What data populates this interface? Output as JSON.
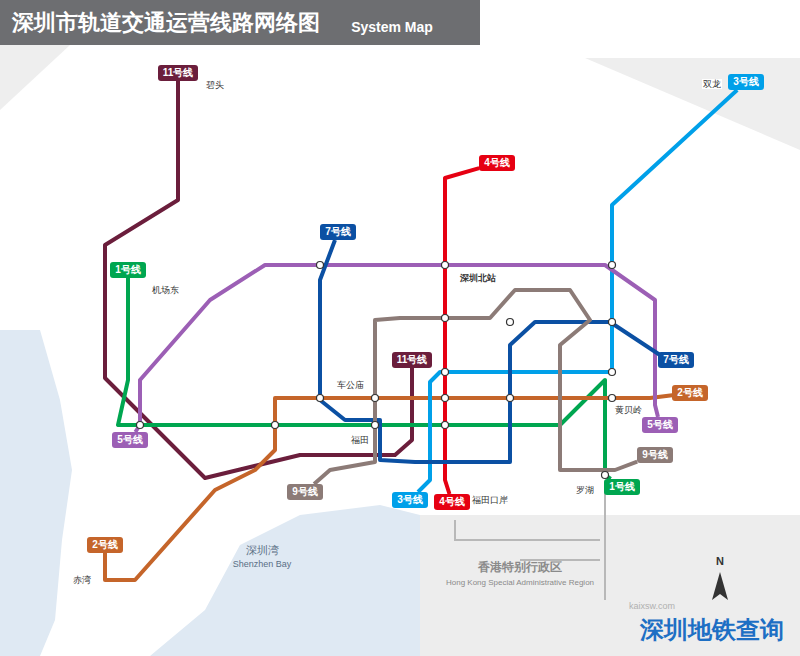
{
  "diagram": {
    "title": "深圳市轨道交通运营线路网络图",
    "nodes": [
      {
        "text": [
          "11号线"
        ]
      },
      {
        "text": [
          "11号线"
        ]
      },
      {
        "text": [
          "1号线"
        ]
      },
      {
        "text": [
          "1号线"
        ]
      },
      {
        "text": [
          "2号线"
        ]
      },
      {
        "text": [
          "2号线"
        ]
      },
      {
        "text": [
          "3号线"
        ]
      },
      {
        "text": [
          "3号线"
        ]
      },
      {
        "text": [
          "4号线"
        ]
      },
      {
        "text": [
          "4号线"
        ]
      },
      {
        "text": [
          "5号线"
        ]
      },
      {
        "text": [
          "5号线"
        ]
      },
      {
        "text": [
          "7号线"
        ]
      },
      {
        "text": [
          "7号线"
        ]
      },
      {
        "text": [
          "9号线"
        ]
      },
      {
        "text": [
          "9号线"
        ]
      }
    ],
    "edges": [
      {
        "from": 0,
        "to": 1,
        "arrow": "none"
      },
      {
        "from": 2,
        "to": 3,
        "arrow": "none"
      },
      {
        "from": 4,
        "to": 5,
        "arrow": "none"
      },
      {
        "from": 6,
        "to": 7,
        "arrow": "none"
      },
      {
        "from": 8,
        "to": 9,
        "arrow": "none"
      },
      {
        "from": 10,
        "to": 11,
        "arrow": "none"
      },
      {
        "from": 12,
        "to": 13,
        "arrow": "none"
      },
      {
        "from": 14,
        "to": 15,
        "arrow": "none"
      }
    ],
    "labels": [
      "System Map",
      "深圳湾",
      "Shenzhen Bay",
      "香港特别行政区",
      "Hong Kong Special Administrative Region",
      "N",
      "深圳北站",
      "碧头",
      "机场东",
      "福田",
      "罗湖",
      "赤湾",
      "福田口岸",
      "双龙",
      "黄贝岭",
      "车公庙",
      "深圳地铁查询",
      "kaixsw.com"
    ]
  }
}
